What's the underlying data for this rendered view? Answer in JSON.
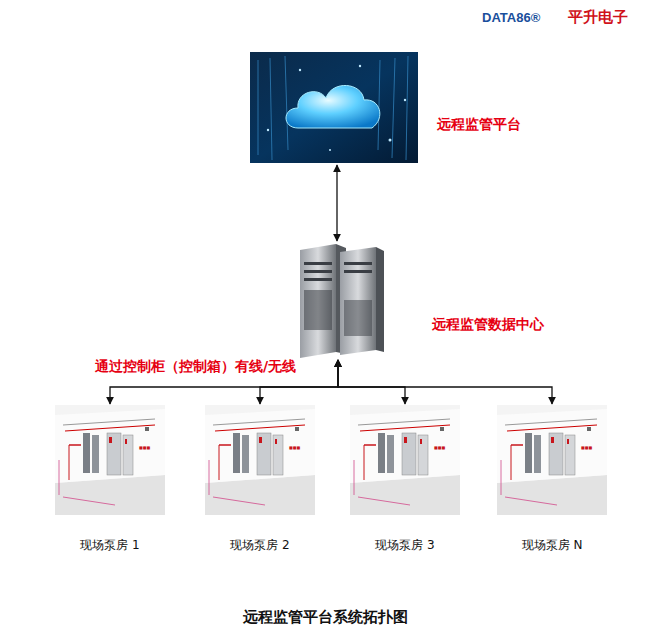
{
  "diagram": {
    "caption": "远程监管平台系统拓扑图",
    "nodes": [
      {
        "text": [
          "远程监管平台"
        ]
      },
      {
        "text": [
          "远程监管数据中心"
        ]
      },
      {
        "text": [
          "现场泵房 1"
        ]
      },
      {
        "text": [
          "现场泵房 2"
        ]
      },
      {
        "text": [
          "现场泵房 3"
        ]
      },
      {
        "text": [
          "现场泵房 N"
        ]
      }
    ],
    "edges": [
      {
        "from": 0,
        "to": 1,
        "arrow": "both"
      },
      {
        "from": 1,
        "to": 2,
        "arrow": "both",
        "label": "通过控制柜（控制箱）有线/无线"
      },
      {
        "from": 1,
        "to": 3,
        "arrow": "both"
      },
      {
        "from": 1,
        "to": 4,
        "arrow": "both"
      },
      {
        "from": 1,
        "to": 5,
        "arrow": "both"
      }
    ],
    "labels": [
      "DATA86®",
      "平升电子"
    ]
  }
}
